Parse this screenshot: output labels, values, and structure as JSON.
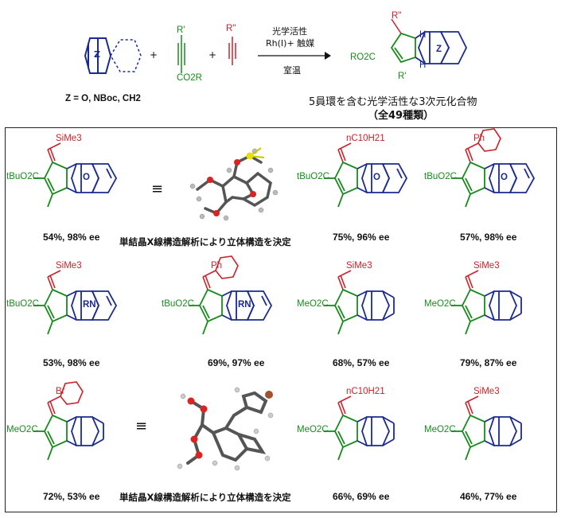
{
  "scheme": {
    "reagents": {
      "r_prime": "R'",
      "ester": "CO2R",
      "r_double_prime": "R''",
      "z": "Z",
      "plus": "+"
    },
    "arrow_top_line1": "光学活性",
    "arrow_top_line2": "Rh(I)+ 触媒",
    "arrow_bottom": "室温",
    "product": {
      "r_double_prime": "R''",
      "ro2c": "RO2C",
      "r_prime": "R'",
      "z": "Z",
      "h": "H"
    },
    "z_options": "Z = O, NBoc, CH2",
    "summary_line1": "5員環を含む光学活性な3次元化合物",
    "summary_line2": "（全49種類）"
  },
  "results": [
    {
      "id": "c1",
      "yield": "54%, 98% ee",
      "substituent": "SiMe3",
      "ester": "tBuO2C",
      "bridge": "O"
    },
    {
      "id": "c2",
      "yield": "75%, 96% ee",
      "substituent": "nC10H21",
      "ester": "tBuO2C",
      "bridge": "O"
    },
    {
      "id": "c3",
      "yield": "57%, 98% ee",
      "substituent": "Ph",
      "ester": "tBuO2C",
      "bridge": "O"
    },
    {
      "id": "c4",
      "yield": "53%, 98% ee",
      "substituent": "SiMe3",
      "ester": "tBuO2C",
      "bridge": "RN"
    },
    {
      "id": "c5",
      "yield": "69%, 97% ee",
      "substituent": "Ph",
      "ester": "tBuO2C",
      "bridge": "RN"
    },
    {
      "id": "c6",
      "yield": "68%, 57% ee",
      "substituent": "SiMe3",
      "ester": "MeO2C",
      "bridge": "CH2"
    },
    {
      "id": "c7",
      "yield": "79%, 87% ee",
      "substituent": "SiMe3",
      "ester": "MeO2C",
      "bridge": "CH2"
    },
    {
      "id": "c8",
      "yield": "72%, 53% ee",
      "substituent": "Br",
      "ester": "MeO2C",
      "bridge": "CH2"
    },
    {
      "id": "c9",
      "yield": "66%, 69% ee",
      "substituent": "nC10H21",
      "ester": "MeO2C",
      "bridge": "CH2"
    },
    {
      "id": "c10",
      "yield": "46%, 77% ee",
      "substituent": "SiMe3",
      "ester": "MeO2C",
      "bridge": "CH2"
    }
  ],
  "xray_note": "単結晶X線構造解析により立体構造を決定",
  "equiv": "≡",
  "colors": {
    "core": "#1a2a8e",
    "ester": "#178a1c",
    "alkene": "#c8232c",
    "frame": "#222222"
  }
}
